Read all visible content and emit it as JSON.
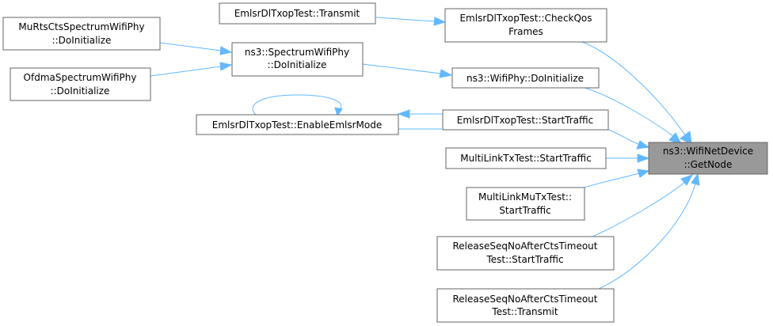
{
  "diagram": {
    "title": "",
    "nodes": {
      "target": {
        "lines": [
          "ns3::WifiNetDevice",
          "::GetNode"
        ]
      },
      "check_qos": {
        "lines": [
          "EmlsrDlTxopTest::CheckQos",
          "Frames"
        ]
      },
      "transmit": {
        "lines": [
          "EmlsrDlTxopTest::Transmit"
        ]
      },
      "wifiphy_init": {
        "lines": [
          "ns3::WifiPhy::DoInitialize"
        ]
      },
      "spectrum_init": {
        "lines": [
          "ns3::SpectrumWifiPhy",
          "::DoInitialize"
        ]
      },
      "murts_init": {
        "lines": [
          "MuRtsCtsSpectrumWifiPhy",
          "::DoInitialize"
        ]
      },
      "ofdma_init": {
        "lines": [
          "OfdmaSpectrumWifiPhy",
          "::DoInitialize"
        ]
      },
      "emlsr_start": {
        "lines": [
          "EmlsrDlTxopTest::StartTraffic"
        ]
      },
      "enable_emlsr": {
        "lines": [
          "EmlsrDlTxopTest::EnableEmlsrMode"
        ]
      },
      "multilink_tx": {
        "lines": [
          "MultiLinkTxTest::StartTraffic"
        ]
      },
      "multilink_mu": {
        "lines": [
          "MultiLinkMuTxTest::",
          "StartTraffic"
        ]
      },
      "release_start": {
        "lines": [
          "ReleaseSeqNoAfterCtsTimeout",
          "Test::StartTraffic"
        ]
      },
      "release_transmit": {
        "lines": [
          "ReleaseSeqNoAfterCtsTimeout",
          "Test::Transmit"
        ]
      }
    },
    "edges": [
      {
        "from": "check_qos",
        "to": "target"
      },
      {
        "from": "wifiphy_init",
        "to": "target"
      },
      {
        "from": "emlsr_start",
        "to": "target"
      },
      {
        "from": "multilink_tx",
        "to": "target"
      },
      {
        "from": "multilink_mu",
        "to": "target"
      },
      {
        "from": "release_start",
        "to": "target"
      },
      {
        "from": "release_transmit",
        "to": "target"
      },
      {
        "from": "transmit",
        "to": "check_qos"
      },
      {
        "from": "spectrum_init",
        "to": "wifiphy_init"
      },
      {
        "from": "murts_init",
        "to": "spectrum_init"
      },
      {
        "from": "ofdma_init",
        "to": "spectrum_init"
      },
      {
        "from": "emlsr_start",
        "to": "enable_emlsr"
      },
      {
        "from": "enable_emlsr",
        "to": "emlsr_start"
      },
      {
        "from": "enable_emlsr",
        "to": "enable_emlsr"
      }
    ],
    "colors": {
      "edge": "#63b8ff",
      "node_border": "#666666",
      "node_fill": "#ffffff",
      "target_fill": "#999999"
    }
  }
}
